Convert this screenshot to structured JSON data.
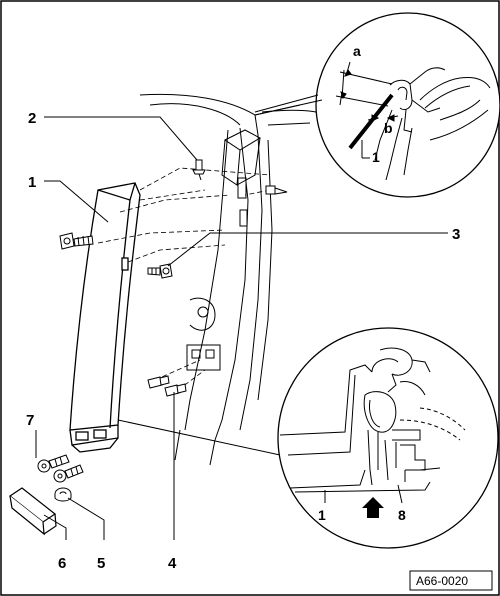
{
  "callouts": {
    "c1": "1",
    "c2": "2",
    "c3": "3",
    "c4": "4",
    "c5": "5",
    "c6": "6",
    "c7": "7"
  },
  "detail_top": {
    "a": "a",
    "b": "b",
    "one": "1"
  },
  "detail_bottom": {
    "one": "1",
    "eight": "8"
  },
  "figure_ref": "A66-0020"
}
